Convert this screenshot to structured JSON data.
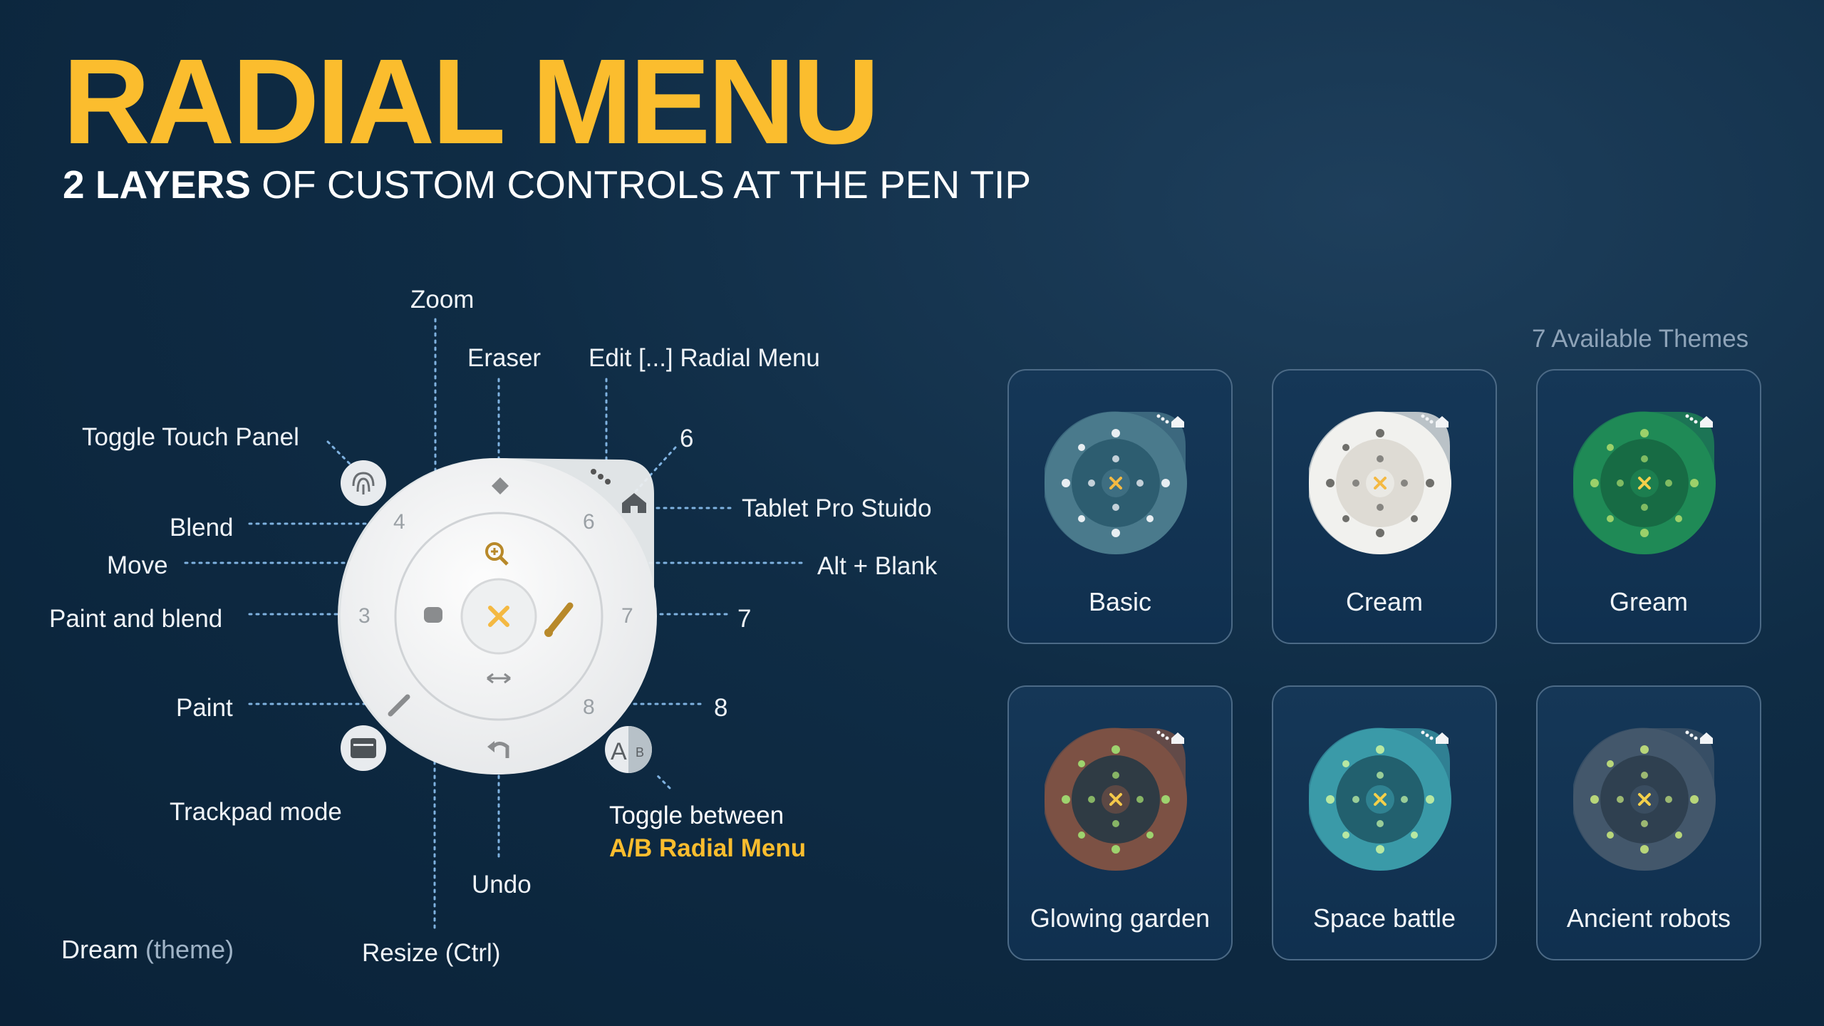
{
  "header": {
    "title": "RADIAL MENU",
    "subtitle_bold": "2 LAYERS",
    "subtitle_rest": " OF CUSTOM CONTROLS AT THE PEN TIP"
  },
  "callouts": {
    "zoom": "Zoom",
    "eraser": "Eraser",
    "edit_radial_menu": "Edit [...] Radial Menu",
    "slot_6": "6",
    "toggle_touch_panel": "Toggle Touch Panel",
    "tablet_pro_studio": "Tablet Pro Stuido",
    "blend": "Blend",
    "alt_blank": "Alt + Blank",
    "move": "Move",
    "paint_and_blend": "Paint and blend",
    "slot_7": "7",
    "paint": "Paint",
    "slot_8": "8",
    "trackpad_mode": "Trackpad mode",
    "toggle_between": "Toggle between",
    "ab_radial_menu": "A/B Radial Menu",
    "undo": "Undo",
    "resize_ctrl": "Resize (Ctrl)"
  },
  "menu_numbers": [
    "3",
    "4",
    "6",
    "7",
    "8"
  ],
  "ab_toggle": {
    "a": "A",
    "b": "B"
  },
  "footer": {
    "theme_name": "Dream",
    "theme_suffix": "(theme)"
  },
  "themes": {
    "heading": "7 Available Themes",
    "items": [
      {
        "name": "Basic",
        "colors": {
          "outer": "#4a7a8c",
          "inner": "#2d5d70",
          "icon": "#e8eef2",
          "accent": "#f4b942"
        }
      },
      {
        "name": "Cream",
        "colors": {
          "outer": "#f1f1ee",
          "inner": "#dedbd4",
          "icon": "#6f6f6b",
          "accent": "#f4b942"
        }
      },
      {
        "name": "Gream",
        "colors": {
          "outer": "#1f8a56",
          "inner": "#176b44",
          "icon": "#9bd06a",
          "accent": "#f4d04a"
        }
      },
      {
        "name": "Glowing garden",
        "colors": {
          "outer": "#7c5144",
          "inner": "#2f3b44",
          "icon": "#9ed36e",
          "accent": "#f4c84a"
        }
      },
      {
        "name": "Space battle",
        "colors": {
          "outer": "#3a9aa8",
          "inner": "#22606e",
          "icon": "#b8e8a2",
          "accent": "#f4d04a"
        }
      },
      {
        "name": "Ancient robots",
        "colors": {
          "outer": "#43576b",
          "inner": "#2f4050",
          "icon": "#b8d67a",
          "accent": "#f4d04a"
        }
      }
    ]
  },
  "colors": {
    "accent_yellow": "#fbbd2e",
    "background": "#0f2c45",
    "leader_line": "#7fb2e0"
  }
}
